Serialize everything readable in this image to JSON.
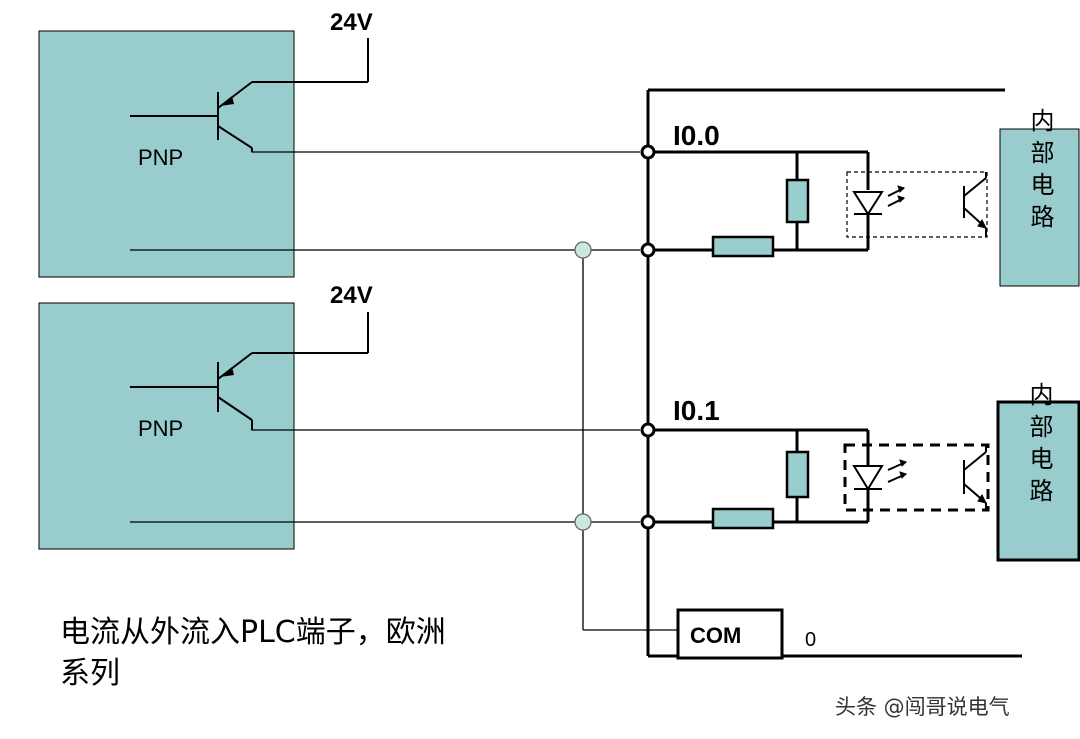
{
  "sensors": [
    {
      "supply_label": "24V",
      "type_label": "PNP"
    },
    {
      "supply_label": "24V",
      "type_label": "PNP"
    }
  ],
  "inputs": [
    {
      "address": "I0.0",
      "internal_label": "内部电路"
    },
    {
      "address": "I0.1",
      "internal_label": "内部电路"
    }
  ],
  "common": {
    "label": "COM",
    "value": "0"
  },
  "caption": {
    "line1": "电流从外流入PLC端子，欧洲",
    "line2": "系列"
  },
  "watermark": "头条 @闯哥说电气",
  "colors": {
    "box_fill": "#99cccc",
    "wire": "#000000",
    "junction_fill": "#cce6e0",
    "resistor_fill": "#99cccc",
    "background": "#ffffff"
  }
}
